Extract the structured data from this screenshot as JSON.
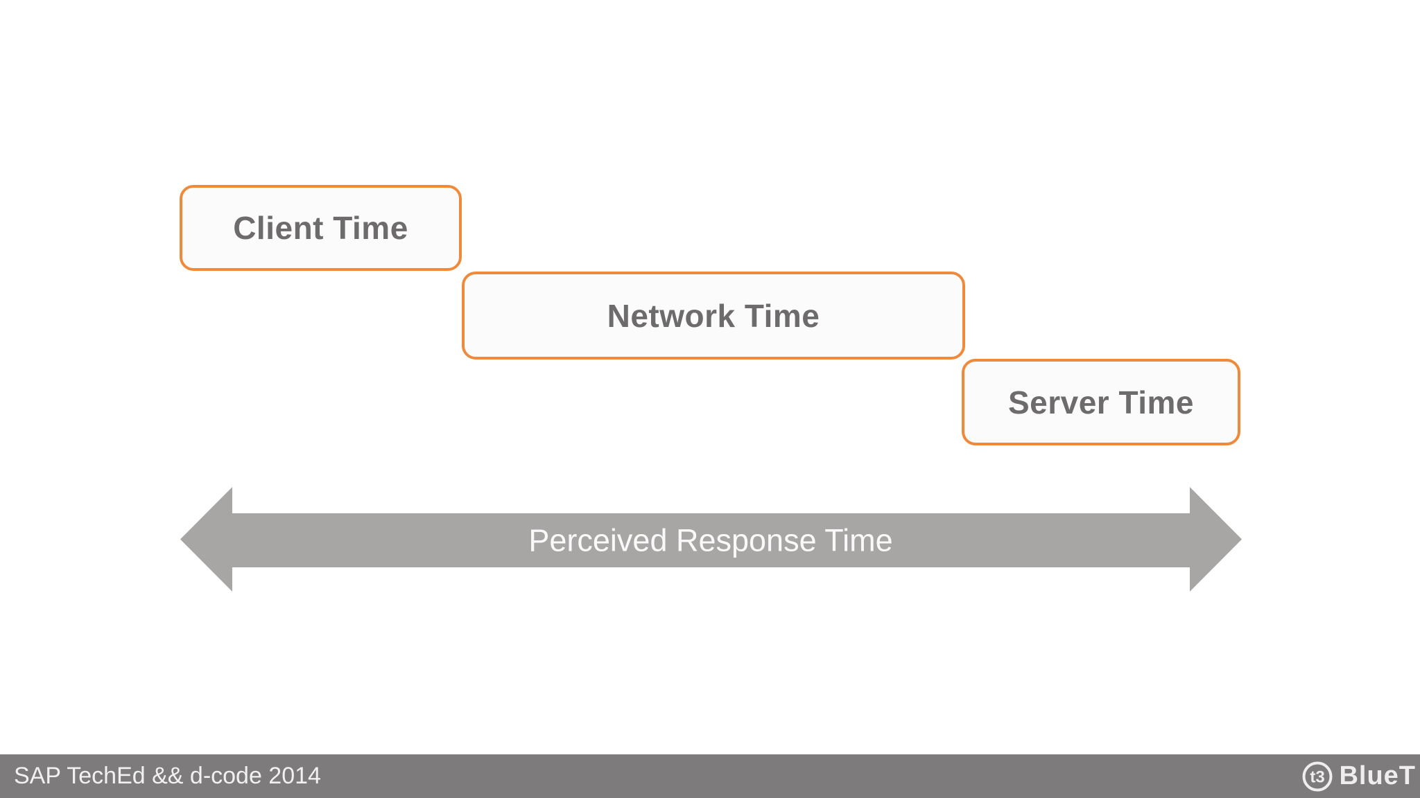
{
  "slide": {
    "boxes": [
      {
        "id": "client",
        "label": "Client Time"
      },
      {
        "id": "network",
        "label": "Network Time"
      },
      {
        "id": "server",
        "label": "Server Time"
      }
    ],
    "arrow": {
      "label": "Perceived Response Time"
    }
  },
  "footer": {
    "event_label": "SAP TechEd && d-code 2014",
    "logo_glyph": "t3",
    "logo_text": "BlueT"
  },
  "colors": {
    "accent_orange": "#EE8A3C",
    "box_fill": "#FCFBFB",
    "box_text_gray": "#6D6B6C",
    "arrow_gray": "#A8A5A5",
    "arrow_text": "#FAF9F9",
    "footer_gray": "#7D7B7B",
    "footer_text": "#F2F1F1",
    "background": "#FFFFFF"
  }
}
